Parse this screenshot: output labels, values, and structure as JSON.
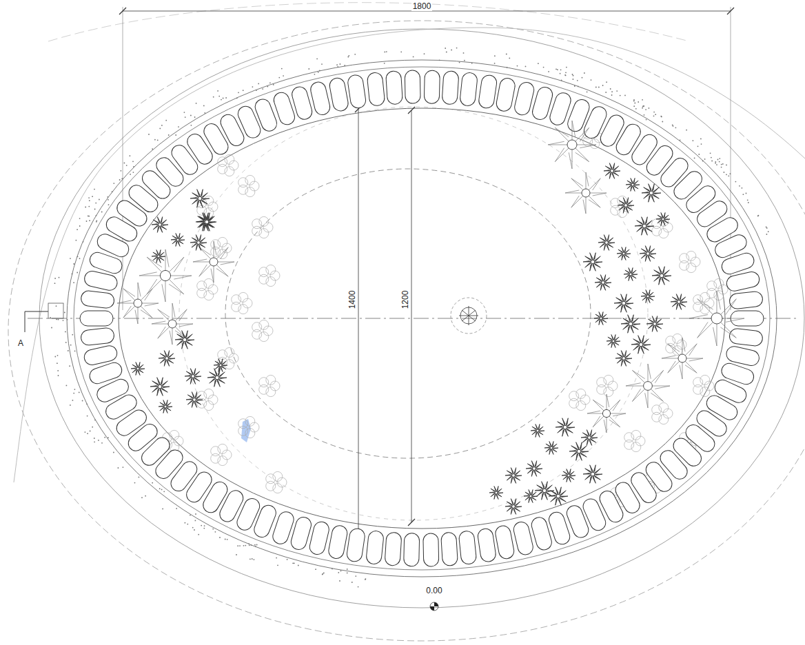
{
  "diagram": {
    "labels": [
      "1800",
      "1400",
      "1200",
      "A",
      "0.00"
    ]
  }
}
